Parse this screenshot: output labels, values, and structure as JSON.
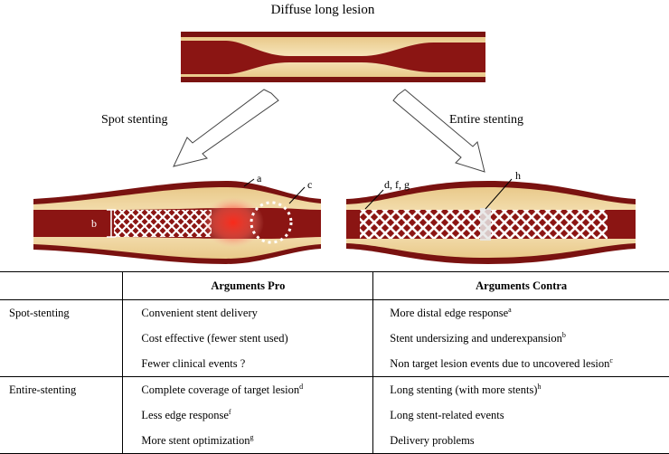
{
  "figure": {
    "top_title": "Diffuse long lesion",
    "left_label": "Spot stenting",
    "right_label": "Entire stenting",
    "marker_a": "a",
    "marker_b": "b",
    "marker_c": "c",
    "marker_dfg": "d, f, g",
    "marker_h": "h",
    "colors": {
      "vessel_wall": "#7a1210",
      "lumen": "#8b1513",
      "plaque": "#f1d9a0",
      "edge_response": "#e8302a"
    }
  },
  "table": {
    "header": {
      "col1": "",
      "col2": "Arguments Pro",
      "col3": "Arguments Contra"
    },
    "groups": [
      {
        "label": "Spot-stenting",
        "pro": [
          {
            "text": "Convenient stent delivery",
            "sup": ""
          },
          {
            "text": "Cost effective  (fewer stent used)",
            "sup": ""
          },
          {
            "text": "Fewer clinical events  ?",
            "sup": ""
          }
        ],
        "contra": [
          {
            "text": "More distal edge response",
            "sup": "a"
          },
          {
            "text": "Stent undersizing  and underexpansion",
            "sup": "b"
          },
          {
            "text": "Non target lesion events due to uncovered  lesion",
            "sup": "c"
          }
        ]
      },
      {
        "label": "Entire-stenting",
        "pro": [
          {
            "text": "Complete coverage of target lesion",
            "sup": "d"
          },
          {
            "text": "Less edge response",
            "sup": "f"
          },
          {
            "text": "More stent optimization",
            "sup": "g"
          }
        ],
        "contra": [
          {
            "text": "Long stenting  (with more stents)",
            "sup": "h"
          },
          {
            "text": "Long stent-related events",
            "sup": ""
          },
          {
            "text": "Delivery problems",
            "sup": ""
          }
        ]
      }
    ]
  }
}
